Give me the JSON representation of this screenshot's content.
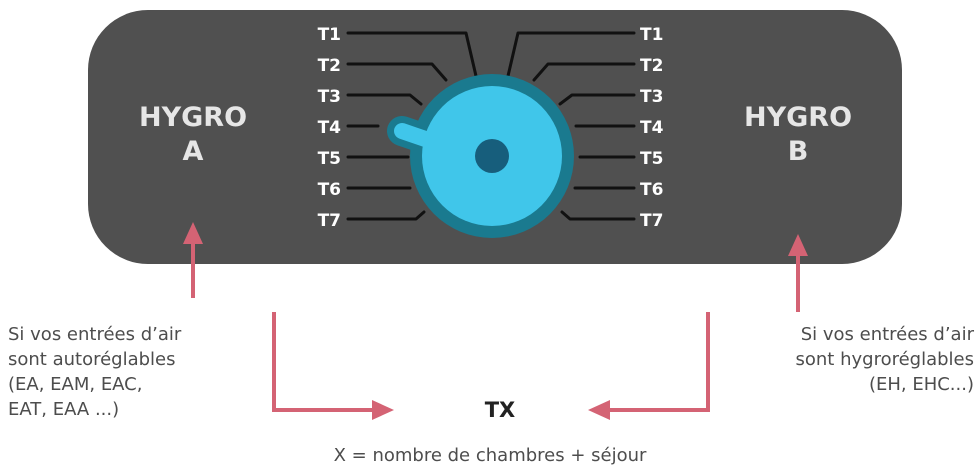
{
  "panel": {
    "left_title": [
      "HYGRO",
      "A"
    ],
    "right_title": [
      "HYGRO",
      "B"
    ],
    "left_ticks": [
      "T1",
      "T2",
      "T3",
      "T4",
      "T5",
      "T6",
      "T7"
    ],
    "right_ticks": [
      "T1",
      "T2",
      "T3",
      "T4",
      "T5",
      "T6",
      "T7"
    ]
  },
  "notes": {
    "left_lines": [
      "Si vos entrées d’air",
      "sont autoréglables",
      "(EA, EAM, EAC,",
      "EAT, EAA ...)"
    ],
    "right_lines": [
      "Si vos entrées d’air",
      "sont hygroréglables",
      "(EH, EHC...)"
    ]
  },
  "result": {
    "label": "TX",
    "formula": "X = nombre de chambres + séjour"
  },
  "colors": {
    "panel": "#505050",
    "knob_outer": "#1a7a8f",
    "knob_inner": "#40c6ea",
    "knob_center": "#175e7c",
    "arrow": "#d46374",
    "text": "#4d4d4d"
  }
}
